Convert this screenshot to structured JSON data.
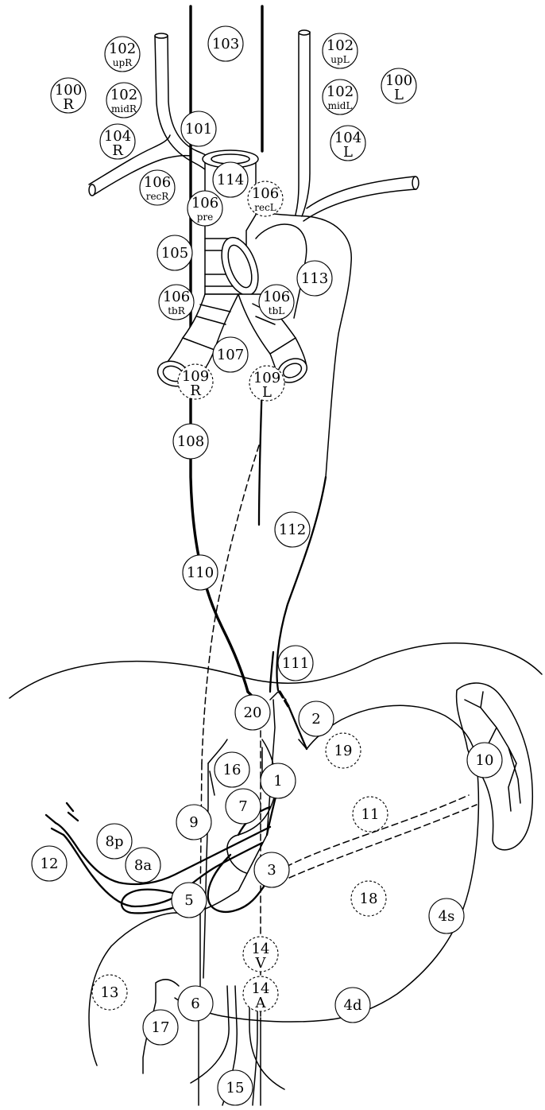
{
  "diagram": {
    "nodes": [
      {
        "id": "n100R",
        "l1": "100",
        "l2": "R",
        "dashed": false
      },
      {
        "id": "n100L",
        "l1": "100",
        "l2": "L",
        "dashed": false
      },
      {
        "id": "n101",
        "l1": "101",
        "l2": "",
        "dashed": false
      },
      {
        "id": "n102upR",
        "l1": "102",
        "l2": "upR",
        "dashed": false
      },
      {
        "id": "n102midR",
        "l1": "102",
        "l2": "midR",
        "dashed": false
      },
      {
        "id": "n102upL",
        "l1": "102",
        "l2": "upL",
        "dashed": false
      },
      {
        "id": "n102midL",
        "l1": "102",
        "l2": "midL",
        "dashed": false
      },
      {
        "id": "n103",
        "l1": "103",
        "l2": "",
        "dashed": false
      },
      {
        "id": "n104R",
        "l1": "104",
        "l2": "R",
        "dashed": false
      },
      {
        "id": "n104L",
        "l1": "104",
        "l2": "L",
        "dashed": false
      },
      {
        "id": "n105",
        "l1": "105",
        "l2": "",
        "dashed": false
      },
      {
        "id": "n106recR",
        "l1": "106",
        "l2": "recR",
        "dashed": false
      },
      {
        "id": "n106pre",
        "l1": "106",
        "l2": "pre",
        "dashed": false
      },
      {
        "id": "n106recL",
        "l1": "106",
        "l2": "recL",
        "dashed": true
      },
      {
        "id": "n106tbR",
        "l1": "106",
        "l2": "tbR",
        "dashed": false
      },
      {
        "id": "n106tbL",
        "l1": "106",
        "l2": "tbL",
        "dashed": false
      },
      {
        "id": "n107",
        "l1": "107",
        "l2": "",
        "dashed": false
      },
      {
        "id": "n108",
        "l1": "108",
        "l2": "",
        "dashed": false
      },
      {
        "id": "n109R",
        "l1": "109",
        "l2": "R",
        "dashed": true
      },
      {
        "id": "n109L",
        "l1": "109",
        "l2": "L",
        "dashed": true
      },
      {
        "id": "n110",
        "l1": "110",
        "l2": "",
        "dashed": false
      },
      {
        "id": "n111",
        "l1": "111",
        "l2": "",
        "dashed": false
      },
      {
        "id": "n112",
        "l1": "112",
        "l2": "",
        "dashed": false
      },
      {
        "id": "n113",
        "l1": "113",
        "l2": "",
        "dashed": false
      },
      {
        "id": "n114",
        "l1": "114",
        "l2": "",
        "dashed": false
      },
      {
        "id": "n20",
        "l1": "20",
        "l2": "",
        "dashed": false
      },
      {
        "id": "n1",
        "l1": "1",
        "l2": "",
        "dashed": false
      },
      {
        "id": "n2",
        "l1": "2",
        "l2": "",
        "dashed": false
      },
      {
        "id": "n3",
        "l1": "3",
        "l2": "",
        "dashed": false
      },
      {
        "id": "n4s",
        "l1": "4s",
        "l2": "",
        "dashed": false
      },
      {
        "id": "n4d",
        "l1": "4d",
        "l2": "",
        "dashed": false
      },
      {
        "id": "n5",
        "l1": "5",
        "l2": "",
        "dashed": false
      },
      {
        "id": "n6",
        "l1": "6",
        "l2": "",
        "dashed": false
      },
      {
        "id": "n7",
        "l1": "7",
        "l2": "",
        "dashed": false
      },
      {
        "id": "n8a",
        "l1": "8a",
        "l2": "",
        "dashed": false
      },
      {
        "id": "n8p",
        "l1": "8p",
        "l2": "",
        "dashed": false
      },
      {
        "id": "n9",
        "l1": "9",
        "l2": "",
        "dashed": false
      },
      {
        "id": "n10",
        "l1": "10",
        "l2": "",
        "dashed": false
      },
      {
        "id": "n11",
        "l1": "11",
        "l2": "",
        "dashed": true
      },
      {
        "id": "n12",
        "l1": "12",
        "l2": "",
        "dashed": false
      },
      {
        "id": "n13",
        "l1": "13",
        "l2": "",
        "dashed": true
      },
      {
        "id": "n14V",
        "l1": "14",
        "l2": "V",
        "dashed": true
      },
      {
        "id": "n14A",
        "l1": "14",
        "l2": "A",
        "dashed": true
      },
      {
        "id": "n15",
        "l1": "15",
        "l2": "",
        "dashed": false
      },
      {
        "id": "n16",
        "l1": "16",
        "l2": "",
        "dashed": false
      },
      {
        "id": "n17",
        "l1": "17",
        "l2": "",
        "dashed": false
      },
      {
        "id": "n18",
        "l1": "18",
        "l2": "",
        "dashed": true
      },
      {
        "id": "n19",
        "l1": "19",
        "l2": "",
        "dashed": true
      }
    ]
  }
}
